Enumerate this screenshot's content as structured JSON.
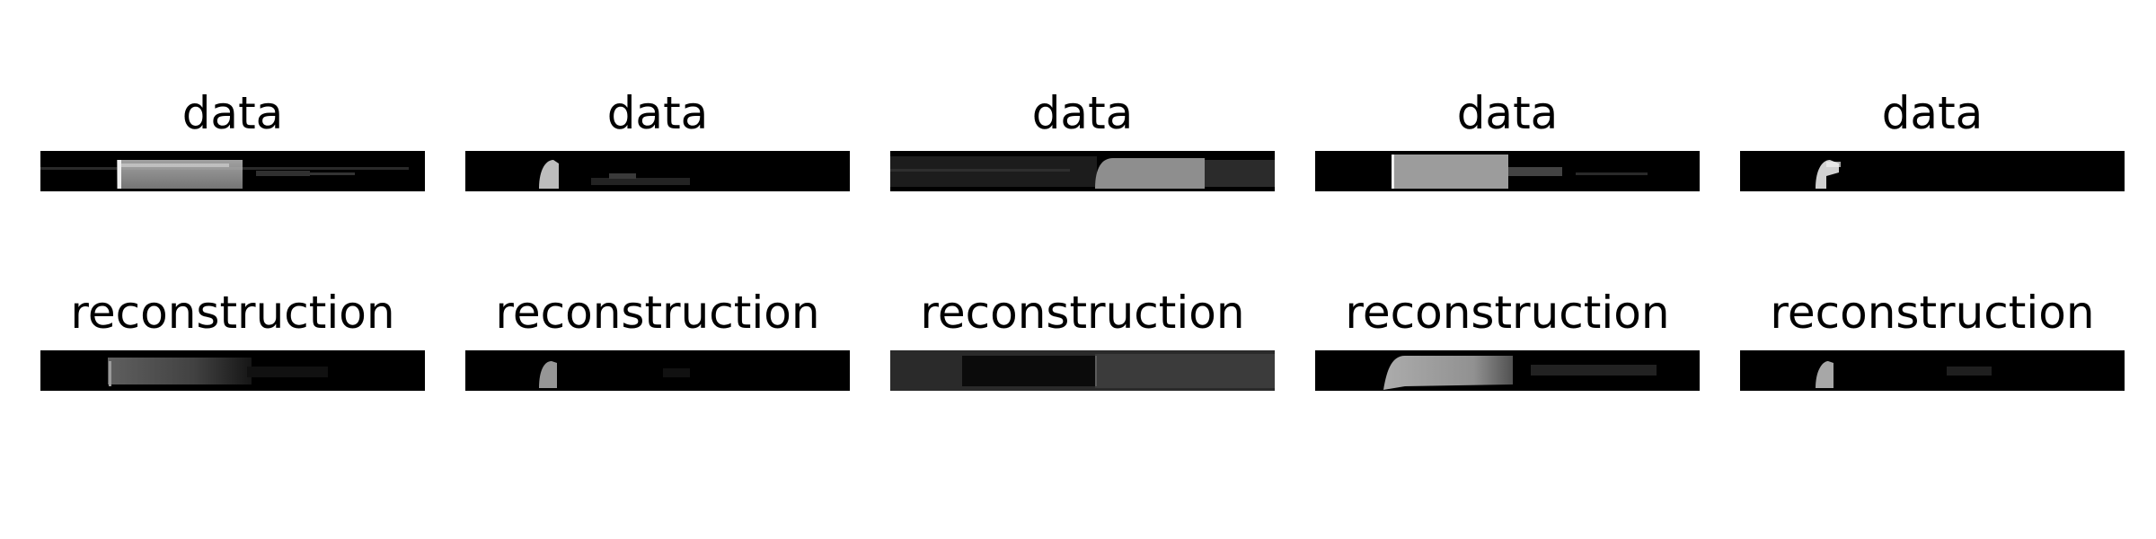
{
  "figure": {
    "background": "#ffffff",
    "image_background": "#000000",
    "row_titles": {
      "data": "data",
      "reconstruction": "reconstruction"
    },
    "panels": [
      {
        "row": "data",
        "title": "data"
      },
      {
        "row": "data",
        "title": "data"
      },
      {
        "row": "data",
        "title": "data"
      },
      {
        "row": "data",
        "title": "data"
      },
      {
        "row": "data",
        "title": "data"
      },
      {
        "row": "reconstruction",
        "title": "reconstruction"
      },
      {
        "row": "reconstruction",
        "title": "reconstruction"
      },
      {
        "row": "reconstruction",
        "title": "reconstruction"
      },
      {
        "row": "reconstruction",
        "title": "reconstruction"
      },
      {
        "row": "reconstruction",
        "title": "reconstruction"
      }
    ]
  }
}
